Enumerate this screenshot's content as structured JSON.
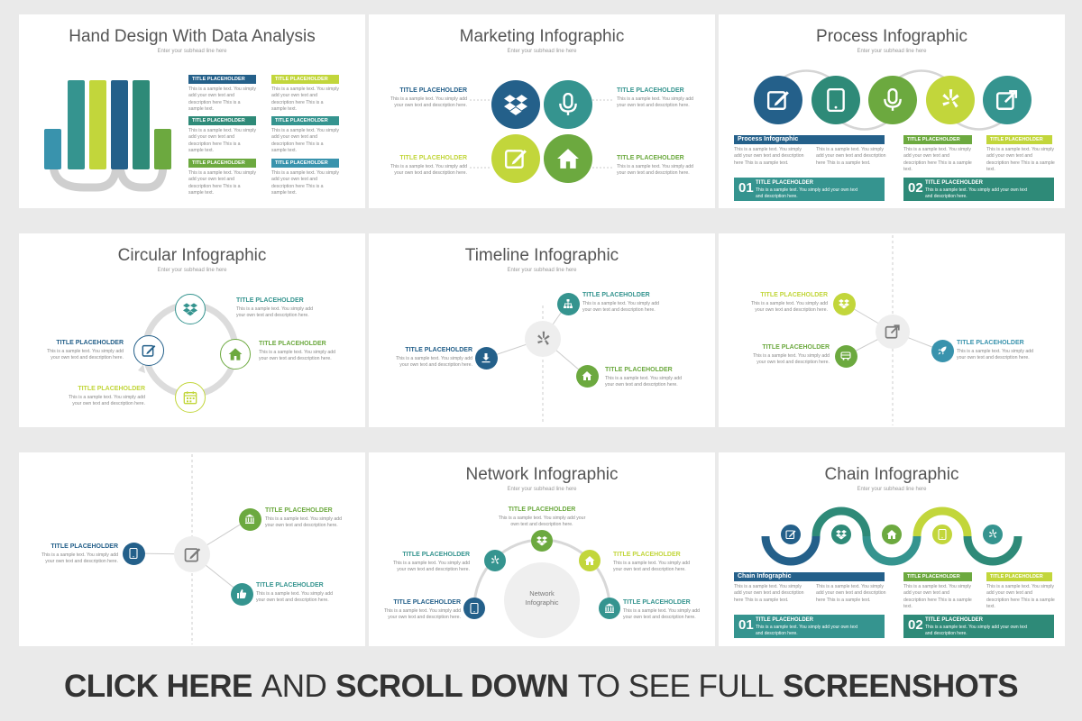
{
  "colors": {
    "navy": "#24608a",
    "teal": "#35948f",
    "green": "#6ca93f",
    "lime": "#c2d63b",
    "gray": "#cfcfcf",
    "dark": "#2d6490"
  },
  "sample": "This is a sample text. You simply add your own text and description here.",
  "subhead": "Enter your subhead line here",
  "tp": "TITLE PLACEHOLDER",
  "p1": {
    "title": "Hand Design With Data Analysis",
    "subtitle": "Enter your subhead line here",
    "text": "This is a sample text. You simply add your own text and description here This is a sample text.",
    "items": [
      {
        "title": "TITLE PLACEHOLDER",
        "color": "#24608a"
      },
      {
        "title": "TITLE PLACEHOLDER",
        "color": "#c2d63b"
      },
      {
        "title": "TITLE PLACEHOLDER",
        "color": "#2e8a78"
      },
      {
        "title": "TITLE PLACEHOLDER",
        "color": "#35948f"
      },
      {
        "title": "TITLE PLACEHOLDER",
        "color": "#6ca93f"
      },
      {
        "title": "TITLE PLACEHOLDER",
        "color": "#3993ad"
      }
    ]
  },
  "p2": {
    "title": "Marketing Infographic",
    "subtitle": "Enter your subhead line here",
    "icons": [
      "dropbox-icon",
      "microphone-icon",
      "edit-icon",
      "home-icon"
    ],
    "items": [
      {
        "title": "TITLE PLACEHOLDER",
        "color": "#24608a"
      },
      {
        "title": "TITLE PLACEHOLDER",
        "color": "#35948f"
      },
      {
        "title": "TITLE PLACEHOLDER",
        "color": "#c2d63b"
      },
      {
        "title": "TITLE PLACEHOLDER",
        "color": "#6ca93f"
      }
    ]
  },
  "p3": {
    "title": "Process  Infographic",
    "subtitle": "Enter your subhead line here",
    "icons": [
      "edit-icon",
      "tablet-icon",
      "microphone-icon",
      "yelp-icon",
      "external-link-icon"
    ],
    "bar1": "Process  Infographic",
    "bar2": "TITLE PLACEHOLDER",
    "bar3": "TITLE PLACEHOLDER",
    "text": "This is a sample text. You simply add your own text and description here This is a sample text.",
    "bands": [
      {
        "num": "01",
        "title": "TITLE PLACEHOLDER"
      },
      {
        "num": "02",
        "title": "TITLE PLACEHOLDER"
      }
    ]
  },
  "p4": {
    "title": "Circular Infographic",
    "subtitle": "Enter your subhead line here",
    "icons": [
      "dropbox-icon",
      "home-icon",
      "calendar-icon",
      "edit-icon"
    ],
    "items": [
      {
        "title": "TITLE PLACEHOLDER",
        "color": "#35948f"
      },
      {
        "title": "TITLE PLACEHOLDER",
        "color": "#6ca93f"
      },
      {
        "title": "TITLE PLACEHOLDER",
        "color": "#c2d63b"
      },
      {
        "title": "TITLE PLACEHOLDER",
        "color": "#24608a"
      }
    ]
  },
  "p5": {
    "title": "Timeline Infographic",
    "subtitle": "Enter your subhead line here",
    "icons": [
      "yelp-icon",
      "sitemap-icon",
      "download-icon",
      "home-icon"
    ],
    "items": [
      {
        "title": "TITLE PLACEHOLDER",
        "color": "#35948f"
      },
      {
        "title": "TITLE PLACEHOLDER",
        "color": "#24608a"
      },
      {
        "title": "TITLE PLACEHOLDER",
        "color": "#6ca93f"
      }
    ]
  },
  "p6": {
    "icons": [
      "external-link-icon",
      "dropbox-icon",
      "bus-icon",
      "rocket-icon"
    ],
    "items": [
      {
        "title": "TITLE PLACEHOLDER",
        "color": "#c2d63b"
      },
      {
        "title": "TITLE PLACEHOLDER",
        "color": "#6ca93f"
      },
      {
        "title": "TITLE PLACEHOLDER",
        "color": "#3993ad"
      }
    ]
  },
  "p7": {
    "icons": [
      "edit-icon",
      "bank-icon",
      "tablet-icon",
      "thumbs-up-icon"
    ],
    "items": [
      {
        "title": "TITLE PLACEHOLDER",
        "color": "#6ca93f"
      },
      {
        "title": "TITLE PLACEHOLDER",
        "color": "#24608a"
      },
      {
        "title": "TITLE PLACEHOLDER",
        "color": "#35948f"
      }
    ]
  },
  "p8": {
    "title": "Network Infographic",
    "subtitle": "Enter your subhead line here",
    "center": "Network Infographic",
    "icons": [
      "dropbox-icon",
      "yelp-icon",
      "home-icon",
      "tablet-icon",
      "bank-icon"
    ],
    "items": [
      {
        "title": "TITLE PLACEHOLDER",
        "color": "#6ca93f"
      },
      {
        "title": "TITLE PLACEHOLDER",
        "color": "#35948f"
      },
      {
        "title": "TITLE PLACEHOLDER",
        "color": "#c2d63b"
      },
      {
        "title": "TITLE PLACEHOLDER",
        "color": "#24608a"
      },
      {
        "title": "TITLE PLACEHOLDER",
        "color": "#35948f"
      }
    ]
  },
  "p9": {
    "title": "Chain Infographic",
    "subtitle": "Enter your subhead line here",
    "icons": [
      "edit-icon",
      "dropbox-icon",
      "home-icon",
      "tablet-icon",
      "yelp-icon"
    ],
    "bar1": "Chain Infographic",
    "bar2": "TITLE PLACEHOLDER",
    "bar3": "TITLE PLACEHOLDER",
    "text": "This is a sample text. You simply add your own text and description here This is a sample text.",
    "bands": [
      {
        "num": "01",
        "title": "TITLE PLACEHOLDER"
      },
      {
        "num": "02",
        "title": "TITLE PLACEHOLDER"
      }
    ]
  },
  "banner": {
    "w1": "CLICK HERE",
    "w2": "AND",
    "w3": "SCROLL DOWN",
    "w4": "TO SEE FULL",
    "w5": "SCREENSHOTS"
  }
}
